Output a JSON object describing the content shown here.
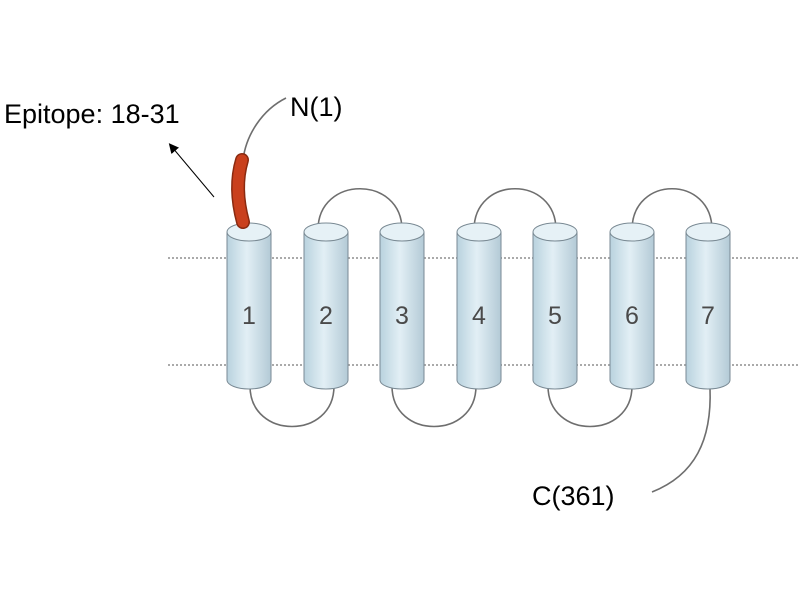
{
  "diagram": {
    "labels": {
      "epitope": "Epitope: 18-31",
      "n_terminus": "N(1)",
      "c_terminus": "C(361)"
    },
    "helices": [
      {
        "number": "1"
      },
      {
        "number": "2"
      },
      {
        "number": "3"
      },
      {
        "number": "4"
      },
      {
        "number": "5"
      },
      {
        "number": "6"
      },
      {
        "number": "7"
      }
    ],
    "colors": {
      "helix_fill": "#d2e6ef",
      "helix_stroke": "#7a8a94",
      "loop": "#6e6e6e",
      "epitope": "#c9401d",
      "epitope_stroke": "#8a2a10",
      "membrane_line": "#555555"
    }
  }
}
